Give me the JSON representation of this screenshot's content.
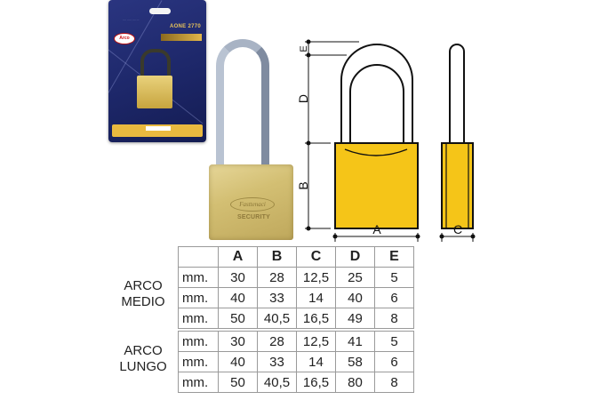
{
  "package": {
    "model": "AONE 2770",
    "brand_logo": "Arco"
  },
  "padlock_photo": {
    "brand_emboss": "Fasttenaci",
    "body_text": "SECURITY"
  },
  "diagram": {
    "front_labels": {
      "A": "A",
      "B": "B",
      "D": "D",
      "E": "E"
    },
    "side_labels": {
      "C": "C"
    },
    "body_color": "#f5c518",
    "line_color": "#111111"
  },
  "table": {
    "headers": [
      "",
      "A",
      "B",
      "C",
      "D",
      "E"
    ],
    "groups": [
      {
        "name_line1": "ARCO",
        "name_line2": "MEDIO",
        "rows": [
          {
            "unit": "mm.",
            "A": "30",
            "B": "28",
            "C": "12,5",
            "D": "25",
            "E": "5"
          },
          {
            "unit": "mm.",
            "A": "40",
            "B": "33",
            "C": "14",
            "D": "40",
            "E": "6"
          },
          {
            "unit": "mm.",
            "A": "50",
            "B": "40,5",
            "C": "16,5",
            "D": "49",
            "E": "8"
          }
        ]
      },
      {
        "name_line1": "ARCO",
        "name_line2": "LUNGO",
        "rows": [
          {
            "unit": "mm.",
            "A": "30",
            "B": "28",
            "C": "12,5",
            "D": "41",
            "E": "5"
          },
          {
            "unit": "mm.",
            "A": "40",
            "B": "33",
            "C": "14",
            "D": "58",
            "E": "6"
          },
          {
            "unit": "mm.",
            "A": "50",
            "B": "40,5",
            "C": "16,5",
            "D": "80",
            "E": "8"
          }
        ]
      }
    ]
  }
}
